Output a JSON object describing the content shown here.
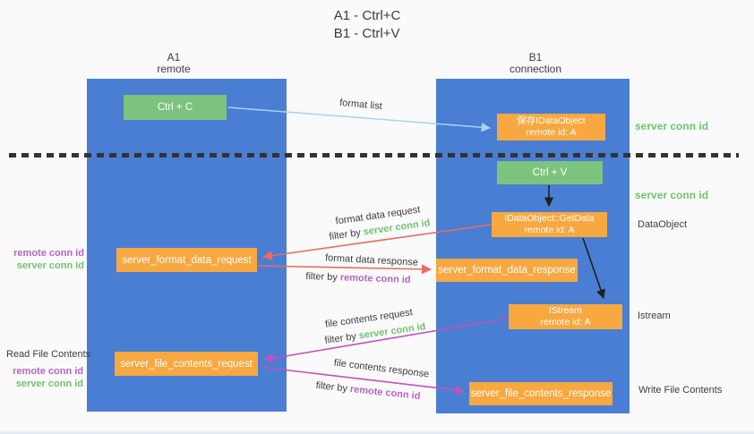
{
  "title": {
    "line1": "A1 - Ctrl+C",
    "line2": "B1 - Ctrl+V"
  },
  "lanes": {
    "a": {
      "id": "A1",
      "name": "remote"
    },
    "b": {
      "id": "B1",
      "name": "connection"
    }
  },
  "boxes": {
    "ctrl_c": {
      "label": "Ctrl + C"
    },
    "save_dataobject": {
      "line1": "保存IDataObject",
      "line2": "remote id: A"
    },
    "ctrl_v": {
      "label": "Ctrl + V"
    },
    "getdata": {
      "line1": "IDataObject::GetData",
      "line2": "remote id: A"
    },
    "format_request": {
      "label": "server_format_data_request"
    },
    "format_response": {
      "label": "server_format_data_response"
    },
    "istream": {
      "line1": "IStream",
      "line2": "remote id: A"
    },
    "file_request": {
      "label": "server_file_contents_request"
    },
    "file_response": {
      "label": "server_file_contents_response"
    }
  },
  "arrow_labels": {
    "format_list": "format list",
    "format_data_request": "format data request",
    "format_data_response": "format data response",
    "file_contents_request": "file contents request",
    "file_contents_response": "file contents response",
    "filter_by": "filter by"
  },
  "side_labels": {
    "server_conn_id": "server conn id",
    "remote_conn_id": "remote conn id",
    "dataobject": "DataObject",
    "istream": "Istream",
    "read_file_contents": "Read File Contents",
    "write_file_contents": "Write File Contents"
  },
  "colors": {
    "lane_blue": "#4a7ed3",
    "box_orange": "#f7a841",
    "box_green": "#7cc47e",
    "arrow_blue": "#a9d2ee",
    "arrow_red": "#ea6b5f",
    "arrow_magenta": "#bd53be",
    "arrow_black": "#1f1f1f",
    "text_green": "#6ec46e",
    "text_purple": "#b566c4",
    "background": "#fafafa"
  }
}
